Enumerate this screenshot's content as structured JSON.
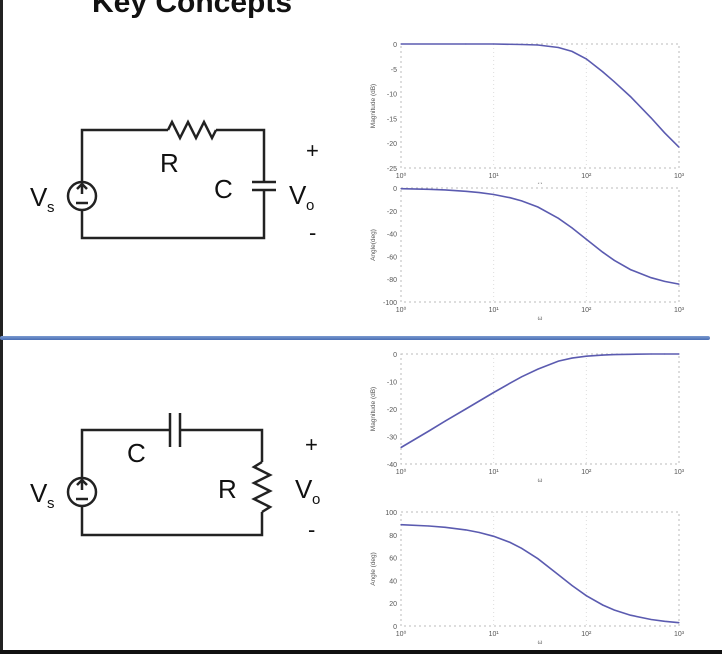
{
  "title": "Key Concepts",
  "low_pass_circuit": {
    "source_label": "V",
    "source_subscript": "s",
    "resistor_label": "R",
    "capacitor_label": "C",
    "output_label": "V",
    "output_subscript": "o",
    "plus": "+",
    "minus": "-"
  },
  "high_pass_circuit": {
    "source_label": "V",
    "source_subscript": "s",
    "resistor_label": "R",
    "capacitor_label": "C",
    "output_label": "V",
    "output_subscript": "o",
    "plus": "+",
    "minus": "-"
  },
  "colors": {
    "curve": "#5b5bb0",
    "wire": "#222222",
    "divider": "#4a6fb5"
  },
  "chart_data": [
    {
      "type": "line",
      "xlabel": "ω",
      "ylabel": "Magnitude (dB)",
      "x_scale": "log",
      "xlim": [
        1,
        1000
      ],
      "ylim": [
        -25,
        0
      ],
      "yticks": [
        0,
        -5,
        -10,
        -15,
        -20,
        -25
      ],
      "xtick_labels": [
        "10⁰",
        "10¹",
        "10²",
        "10³"
      ],
      "series": [
        {
          "x": [
            1,
            5,
            10,
            20,
            30,
            50,
            70,
            100,
            150,
            200,
            300,
            500,
            700,
            1000
          ],
          "values": [
            0,
            0,
            0,
            -0.1,
            -0.2,
            -0.7,
            -1.5,
            -3,
            -5.6,
            -7.6,
            -10.6,
            -14.9,
            -17.9,
            -20.8
          ]
        }
      ]
    },
    {
      "type": "line",
      "xlabel": "ω",
      "ylabel": "Angle(deg)",
      "x_scale": "log",
      "xlim": [
        1,
        1000
      ],
      "ylim": [
        -100,
        0
      ],
      "yticks": [
        0,
        -20,
        -40,
        -60,
        -80,
        -100
      ],
      "xtick_labels": [
        "10⁰",
        "10¹",
        "10²",
        "10³"
      ],
      "series": [
        {
          "x": [
            1,
            2,
            3,
            5,
            7,
            10,
            15,
            20,
            30,
            50,
            70,
            100,
            150,
            200,
            300,
            500,
            700,
            1000
          ],
          "values": [
            -0.6,
            -1.1,
            -1.7,
            -2.9,
            -4,
            -5.7,
            -8.5,
            -11.3,
            -16.7,
            -26.6,
            -35,
            -45,
            -56.3,
            -63.4,
            -71.6,
            -78.7,
            -81.9,
            -84.3
          ]
        }
      ]
    },
    {
      "type": "line",
      "xlabel": "ω",
      "ylabel": "Magnitude (dB)",
      "x_scale": "log",
      "xlim": [
        1,
        1000
      ],
      "ylim": [
        -40,
        0
      ],
      "yticks": [
        0,
        -10,
        -20,
        -30,
        -40
      ],
      "xtick_labels": [
        "10⁰",
        "10¹",
        "10²",
        "10³"
      ],
      "series": [
        {
          "x": [
            1,
            2,
            3,
            5,
            7,
            10,
            15,
            20,
            30,
            50,
            70,
            100,
            150,
            200,
            300,
            500,
            700,
            1000
          ],
          "values": [
            -34,
            -28,
            -24.4,
            -20,
            -17.1,
            -14,
            -10.6,
            -8.3,
            -5.5,
            -2.6,
            -1.5,
            -0.8,
            -0.4,
            -0.2,
            -0.1,
            0,
            0,
            0
          ]
        }
      ]
    },
    {
      "type": "line",
      "xlabel": "ω",
      "ylabel": "Angle (deg)",
      "x_scale": "log",
      "xlim": [
        1,
        1000
      ],
      "ylim": [
        0,
        100
      ],
      "yticks": [
        0,
        20,
        40,
        60,
        80,
        100
      ],
      "xtick_labels": [
        "10⁰",
        "10¹",
        "10²",
        "10³"
      ],
      "series": [
        {
          "x": [
            1,
            2,
            3,
            5,
            7,
            10,
            15,
            20,
            30,
            50,
            70,
            100,
            150,
            200,
            300,
            500,
            700,
            1000
          ],
          "values": [
            88.9,
            87.7,
            86.6,
            84.3,
            82,
            78.7,
            73.3,
            68.2,
            59,
            45,
            35.5,
            26.6,
            18.4,
            14,
            9.5,
            5.7,
            4.1,
            2.9
          ]
        }
      ]
    }
  ]
}
